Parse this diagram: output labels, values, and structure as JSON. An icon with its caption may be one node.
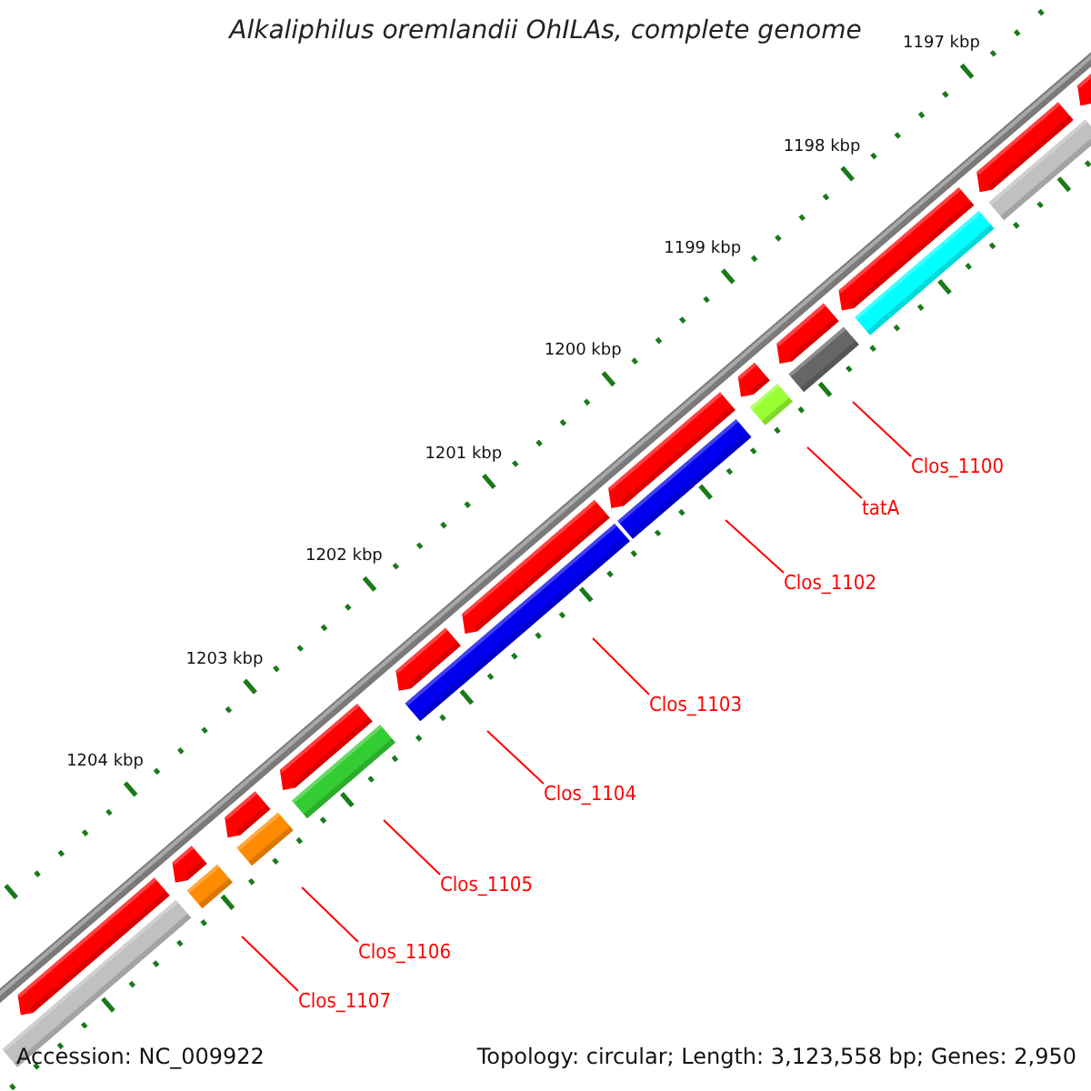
{
  "diagram": {
    "title": "Alkaliphilus oremlandii OhILAs, complete genome",
    "nodes": [
      {
        "text": [
          "Clos_1100"
        ]
      },
      {
        "text": [
          "tatA"
        ]
      },
      {
        "text": [
          "Clos_1102"
        ]
      },
      {
        "text": [
          "Clos_1103"
        ]
      },
      {
        "text": [
          "Clos_1104"
        ]
      },
      {
        "text": [
          "Clos_1105"
        ]
      },
      {
        "text": [
          "Clos_1106"
        ]
      },
      {
        "text": [
          "Clos_1107"
        ]
      }
    ],
    "edges": [
      {
        "from": 0,
        "to": null,
        "arrow": "none"
      },
      {
        "from": 1,
        "to": null,
        "arrow": "none"
      },
      {
        "from": 2,
        "to": null,
        "arrow": "none"
      },
      {
        "from": 3,
        "to": null,
        "arrow": "none"
      },
      {
        "from": 4,
        "to": null,
        "arrow": "none"
      },
      {
        "from": 5,
        "to": null,
        "arrow": "none"
      },
      {
        "from": 6,
        "to": null,
        "arrow": "none"
      },
      {
        "from": 7,
        "to": null,
        "arrow": "none"
      }
    ],
    "labels": [
      "1197 kbp",
      "1198 kbp",
      "1199 kbp",
      "1200 kbp",
      "1201 kbp",
      "1202 kbp",
      "1203 kbp",
      "1204 kbp",
      "Accession: NC_009922",
      "Topology: circular; Length: 3,123,558 bp; Genes: 2,950"
    ]
  }
}
